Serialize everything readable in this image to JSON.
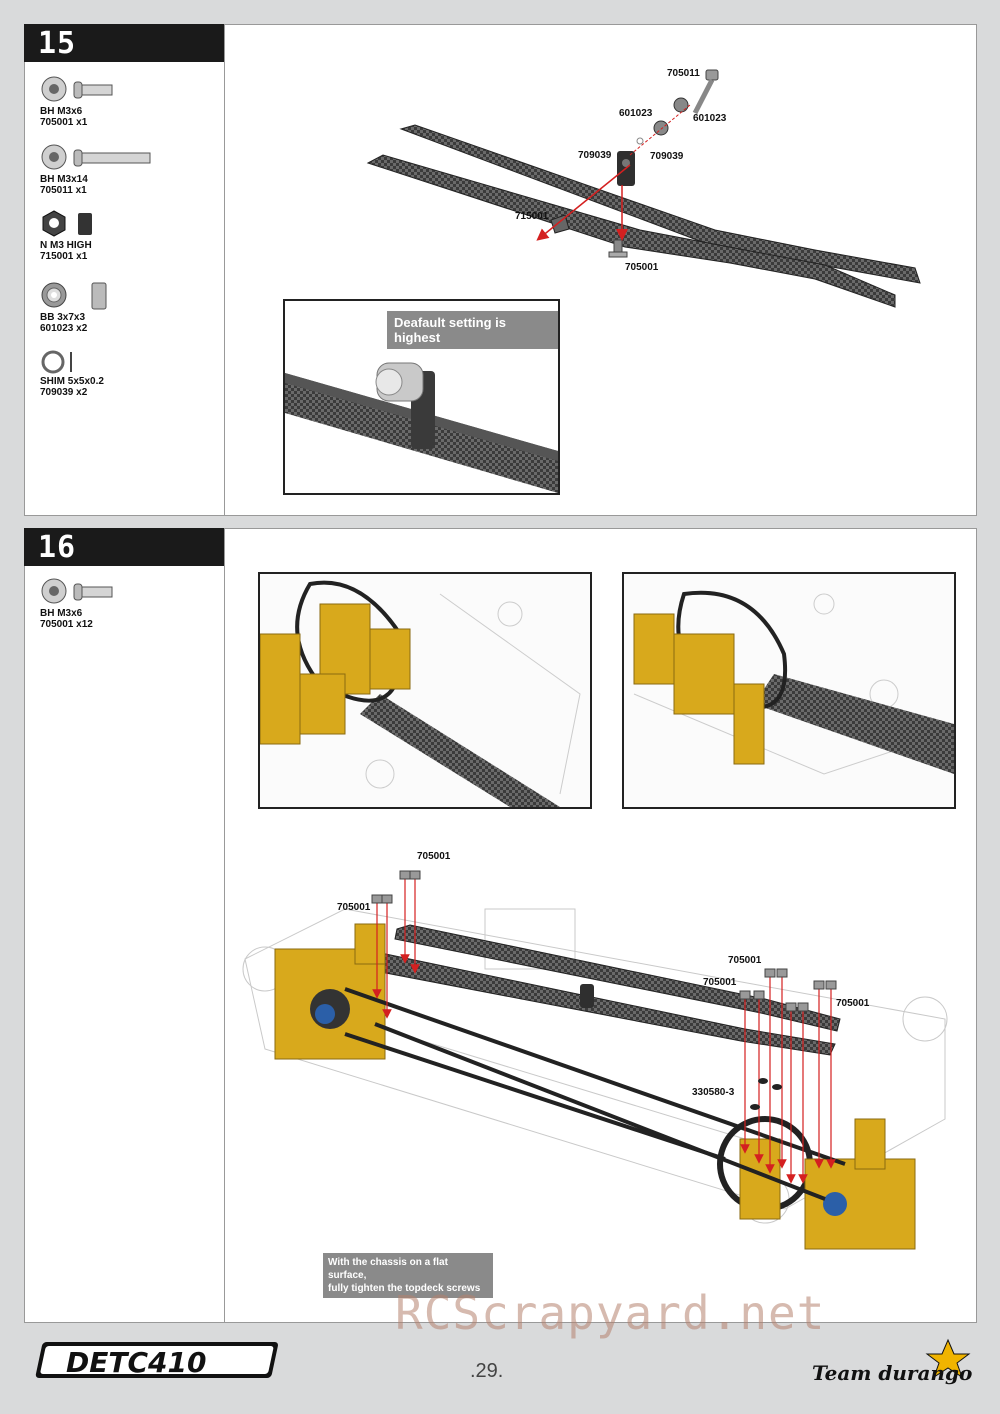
{
  "step15": {
    "number": "15",
    "parts": [
      {
        "name": "BH  M3x6",
        "code": "705001  x1"
      },
      {
        "name": "BH  M3x14",
        "code": "705011  x1"
      },
      {
        "name": "N M3 HIGH",
        "code": "715001  x1"
      },
      {
        "name": "BB  3x7x3",
        "code": "601023  x2"
      },
      {
        "name": "SHIM 5x5x0.2",
        "code": "709039  x2"
      }
    ],
    "callouts": {
      "c705011": "705011",
      "c601023_left": "601023",
      "c601023_right": "601023",
      "c709039_left": "709039",
      "c709039_right": "709039",
      "c715001": "715001",
      "c705001": "705001"
    },
    "inset_note": "Deafault setting is highest"
  },
  "step16": {
    "number": "16",
    "parts": [
      {
        "name": "BH  M3x6",
        "code": "705001  x12"
      }
    ],
    "callouts": {
      "top_a": "705001",
      "top_b": "705001",
      "right_a": "705001",
      "right_b": "705001",
      "right_c": "705001",
      "spacer": "330580-3"
    },
    "note_line1": "With the chassis on a flat surface,",
    "note_line2": "fully tighten the topdeck screws"
  },
  "footer": {
    "model_logo": "DETC410",
    "page_number": ".29.",
    "brand": "Team durango",
    "watermark": "RCScrapyard.net"
  },
  "colors": {
    "gold": "#d8a91c",
    "arrow": "#d42020",
    "carbon": "#3a3a3a",
    "note_bg": "#8a8a8a"
  }
}
